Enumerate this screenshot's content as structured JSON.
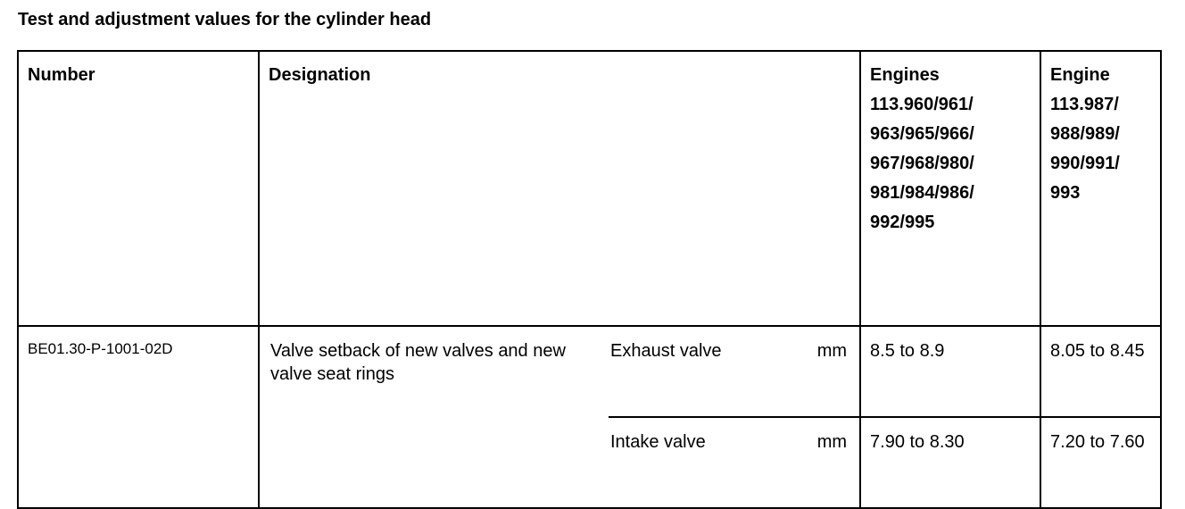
{
  "document": {
    "title": "Test and adjustment values for the cylinder head"
  },
  "table": {
    "headers": {
      "number": "Number",
      "designation": "Designation",
      "engines_a": "Engines\n113.960/961/\n963/965/966/\n967/968/980/\n981/984/986/\n992/995",
      "engines_b": "Engine\n113.987/\n988/989/\n990/991/\n993"
    },
    "rows": [
      {
        "number": "BE01.30-P-1001-02D",
        "designation": "Valve setback of new valves and new valve seat rings",
        "sub_rows": [
          {
            "component": "Exhaust valve",
            "unit": "mm",
            "value_a": "8.5 to 8.9",
            "value_b": "8.05 to 8.45"
          },
          {
            "component": "Intake valve",
            "unit": "mm",
            "value_a": "7.90 to 8.30",
            "value_b": "7.20 to 7.60"
          }
        ]
      }
    ]
  }
}
